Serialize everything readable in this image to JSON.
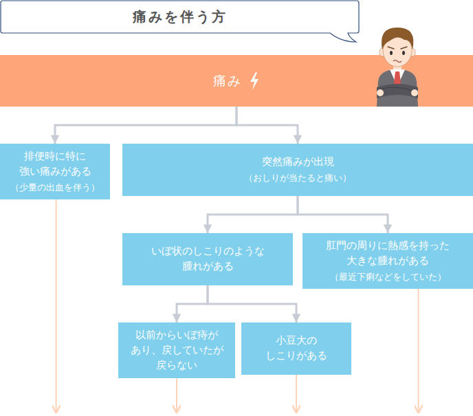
{
  "diagram": {
    "nodes": [
      {
        "text": [
          "痛みを伴う方"
        ]
      },
      {
        "text": [
          "痛み"
        ]
      },
      {
        "text": [
          "排便時に特に 強い痛みがある",
          "（少量の出血を伴う）"
        ]
      },
      {
        "text": [
          "突然痛みが出現",
          "（おしりが当たると痛い）"
        ]
      },
      {
        "text": [
          "いぼ状のしこりのような 腫れがある"
        ]
      },
      {
        "text": [
          "肛門の周りに熱感を持った 大きな腫れがある",
          "（最近下痢などをしていた）"
        ]
      },
      {
        "text": [
          "以前からいぼ痔が あり、戻していたが 戻らない"
        ]
      },
      {
        "text": [
          "小豆大の しこりがある"
        ]
      }
    ],
    "edges": [
      {
        "from": 1,
        "to": 2,
        "arrow": "to"
      },
      {
        "from": 1,
        "to": 3,
        "arrow": "to"
      },
      {
        "from": 3,
        "to": 4,
        "arrow": "to"
      },
      {
        "from": 3,
        "to": 5,
        "arrow": "to"
      },
      {
        "from": 4,
        "to": 6,
        "arrow": "to"
      },
      {
        "from": 4,
        "to": 7,
        "arrow": "to"
      }
    ]
  }
}
